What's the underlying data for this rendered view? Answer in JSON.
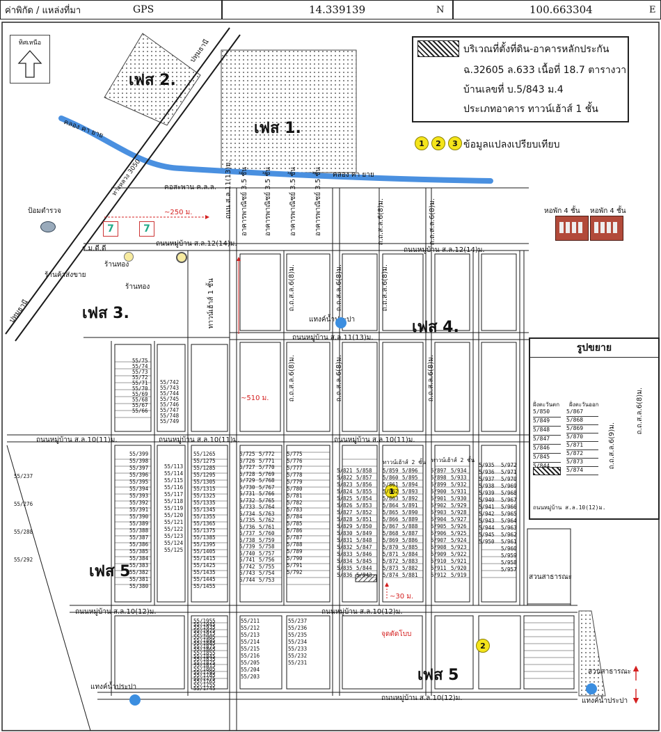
{
  "header": {
    "coord_label": "ค่าพิกัด / แหล่งที่มา",
    "source": "GPS",
    "latitude": "14.339139",
    "lat_dir": "N",
    "longitude": "100.663304",
    "lon_dir": "E"
  },
  "north_label": "ทิศเหนือ",
  "legend": {
    "title": "บริเวณที่ตั้งที่ดิน-อาคารหลักประกัน",
    "deed": "ฉ.32605 ล.633 เนื้อที่ 18.7 ตารางวา",
    "house": "บ้านเลขที่ บ.5/843 ม.4",
    "building_type": "ประเภทอาคาร ทาวน์เฮ้าส์ 1 ชั้น",
    "comparables_label": "ข้อมูลแปลงเปรียบเทียบ",
    "comparables": [
      "1",
      "2",
      "3"
    ]
  },
  "phases": [
    "เฟส 1.",
    "เฟส 2.",
    "เฟส 3.",
    "เฟส 4.",
    "เฟส 5",
    "เฟส 5"
  ],
  "roads": {
    "highway_upper": "ปทุมธานี",
    "highway_route": "ทางหลวง 3050",
    "highway_lower": "ปทุมธานี",
    "canal": "คลอง คา ยาย",
    "canal_2": "คลอง คา ยาย",
    "bridge": "คอสะพาน ค.ล.ล.",
    "main_12": "ถนนหมู่บ้าน ส.ล.12(14)ม.",
    "main_11": "ถนนหมู่บ้าน ส.ล.11(13)ม.",
    "main_10a": "ถนนหมู่บ้าน ส.ล.10(11)ม.",
    "main_10b": "ถนนหมู่บ้าน ส.ล.10(11)ม.",
    "main_10c": "ถนนหมู่บ้าน ส.ล.10(12)ม.",
    "main_10d": "ถนนหมู่บ้าน ส.ล.10(12)ม.",
    "main_10e": "ถนนหมู่บ้าน ส.ล.10(12)ม.",
    "sub": "ถ.ถ.ส.ล.6(8)ม.",
    "sub_11": "ถนน ส.ล.11(13)ม."
  },
  "distances": {
    "d250": "~250 ม.",
    "d510": "~510 ม.",
    "d30": "~30 ม."
  },
  "places": {
    "police": "ป้อมตำรวจ",
    "gold1": "ร้านทอง",
    "gold2": "ร้านทอง",
    "shop": "ร้านค้าส่งขาย",
    "market": "ร.ม.ดี.ดี",
    "dorm": "หอพัก 4 ชั้น",
    "dorm2": "หอพัก 4 ชั้น",
    "water1": "แทงค์น้ำประปา",
    "water2": "แทงค์น้ำประปา",
    "water3": "แทงค์น้ำประปา",
    "public_area": "สวนสาธารณะ",
    "public_area2": "สวนสาธารณะ",
    "townhouse": "ทาวน์เฮ้าส์ 1 ชั้น",
    "commercial": "อาคารพาณิชย์ 3.5 ชั้น",
    "junction": "จุดตัดโบบ",
    "townhouse_2f_a": "ทาวน์เฮ้าส์ 2 ชั้น",
    "townhouse_2f_b": "ทาวน์เฮ้าส์ 2 ชั้น"
  },
  "inset": {
    "title": "รูปขยาย",
    "left_header": "ฝั่งตะวันตก",
    "right_header": "ฝั่งตะวันออก",
    "left_lots": [
      "5/850",
      "5/849",
      "5/848",
      "5/847",
      "5/846",
      "5/845",
      "5/844"
    ],
    "right_lots": [
      "5/867",
      "5/868",
      "5/869",
      "5/870",
      "5/871",
      "5/872",
      "5/873",
      "5/874"
    ],
    "road_bottom": "ถนนหมู่บ้าน ส.ล.10(12)ม.",
    "road_right": "ถ.ถ.ส.ล.6(8)ม.",
    "road_left": "ถ.ถ.ส.ล.6(9)ม."
  },
  "lot_columns": {
    "c1": [
      "5/859",
      "5/860",
      "5/861",
      "5/862",
      "5/863",
      "5/864",
      "5/865",
      "5/866",
      "5/867",
      "5/868",
      "5/869",
      "5/870",
      "5/871",
      "5/872",
      "5/873",
      "5/874"
    ],
    "c2": [
      "5/896",
      "5/895",
      "5/894",
      "5/893",
      "5/892",
      "5/891",
      "5/890",
      "5/889",
      "5/888",
      "5/887",
      "5/886",
      "5/885",
      "5/884",
      "5/883",
      "5/882",
      "5/881"
    ],
    "c3": [
      "5/897",
      "5/898",
      "5/899",
      "5/900",
      "5/901",
      "5/902",
      "5/903",
      "5/904",
      "5/905",
      "5/906",
      "5/907",
      "5/908",
      "5/909",
      "5/910",
      "5/911",
      "5/912"
    ],
    "c4": [
      "5/934",
      "5/933",
      "5/932",
      "5/931",
      "5/930",
      "5/929",
      "5/928",
      "5/927",
      "5/926",
      "5/925",
      "5/924",
      "5/923",
      "5/922",
      "5/921",
      "5/920",
      "5/919"
    ],
    "c5": [
      "5/935",
      "5/936",
      "5/937",
      "5/938",
      "5/939",
      "5/940",
      "5/941",
      "5/942",
      "5/943",
      "5/944",
      "5/945",
      "5/950"
    ],
    "c6": [
      "5/972",
      "5/971",
      "5/970",
      "5/969",
      "5/968",
      "5/967",
      "5/966",
      "5/965",
      "5/964",
      "5/963",
      "5/962",
      "5/961",
      "5/960",
      "5/959",
      "5/958",
      "5/957"
    ],
    "c7": [
      "5/821",
      "5/822",
      "5/823",
      "5/824",
      "5/825",
      "5/826",
      "5/827",
      "5/828",
      "5/829",
      "5/830",
      "5/831",
      "5/832",
      "5/833",
      "5/834",
      "5/835",
      "5/836"
    ],
    "c8": [
      "5/858",
      "5/857",
      "5/856",
      "5/855",
      "5/854",
      "5/853",
      "5/852",
      "5/851",
      "5/850",
      "5/849",
      "5/848",
      "5/847",
      "5/846",
      "5/845",
      "5/844",
      "5/843"
    ],
    "c9": [
      "5/725",
      "5/726",
      "5/727",
      "5/728",
      "5/729",
      "5/730",
      "5/731",
      "5/732",
      "5/733",
      "5/734",
      "5/735",
      "5/736",
      "5/737",
      "5/738",
      "5/739",
      "5/740",
      "5/741",
      "5/742",
      "5/743",
      "5/744"
    ],
    "c10": [
      "5/772",
      "5/771",
      "5/770",
      "5/769",
      "5/768",
      "5/767",
      "5/766",
      "5/765",
      "5/764",
      "5/763",
      "5/762",
      "5/761",
      "5/760",
      "5/759",
      "5/758",
      "5/757",
      "5/756",
      "5/755",
      "5/754",
      "5/753"
    ],
    "c11": [
      "5/775",
      "5/776",
      "5/777",
      "5/778",
      "5/779",
      "5/780",
      "5/781",
      "5/782",
      "5/783",
      "5/784",
      "5/785",
      "5/786",
      "5/787",
      "5/788",
      "5/789",
      "5/790",
      "5/791",
      "5/792"
    ],
    "c12": [
      "55/399",
      "55/398",
      "55/397",
      "55/396",
      "55/395",
      "55/394",
      "55/393",
      "55/392",
      "55/391",
      "55/390",
      "55/389",
      "55/388",
      "55/387",
      "55/386",
      "55/385",
      "55/384",
      "55/383",
      "55/382",
      "55/381",
      "55/380"
    ],
    "c13": [
      "55/113",
      "55/114",
      "55/115",
      "55/116",
      "55/117",
      "55/118",
      "55/119",
      "55/120",
      "55/121",
      "55/122",
      "55/123",
      "55/124",
      "55/125"
    ],
    "c14": [
      "55/1265",
      "55/1275",
      "55/1285",
      "55/1295",
      "55/1305",
      "55/1315",
      "55/1325",
      "55/1335",
      "55/1345",
      "55/1355",
      "55/1365",
      "55/1375",
      "55/1385",
      "55/1395",
      "55/1405",
      "55/1415",
      "55/1425",
      "55/1435",
      "55/1445",
      "55/1455"
    ],
    "c15": [
      "55/237",
      "55/276",
      "55/288",
      "55/292"
    ],
    "c16": [
      "55/211",
      "55/212",
      "55/213",
      "55/214",
      "55/215",
      "55/216",
      "55/205",
      "55/204",
      "55/203"
    ],
    "c17": [
      "55/237",
      "55/236",
      "55/235",
      "55/234",
      "55/233",
      "55/232",
      "55/231"
    ],
    "c18": [
      "55/1955",
      "55/1945",
      "55/1935",
      "55/1925",
      "55/1915",
      "55/1905",
      "55/1895",
      "55/1885",
      "55/1875",
      "55/1865",
      "55/1855",
      "55/1845",
      "55/1835",
      "55/1825",
      "55/1815",
      "55/1805",
      "55/1795",
      "55/1785",
      "55/1775",
      "55/1765",
      "55/1755",
      "55/1745"
    ],
    "c19": [
      "55/75",
      "55/74",
      "55/73",
      "55/72",
      "55/71",
      "55/70",
      "55/69",
      "55/68",
      "55/67",
      "55/66"
    ],
    "c20": [
      "55/742",
      "55/743",
      "55/744",
      "55/745",
      "55/746",
      "55/747",
      "55/748",
      "55/749"
    ]
  },
  "colors": {
    "canal": "#4a90e0",
    "road_line": "#1a1a1a",
    "highlight_lot": "#e0e0e0",
    "comparable": "#f4e41a",
    "water_tank": "#3b8ee0",
    "distance_arrow": "#d42020"
  },
  "icons": [
    "north-arrow-icon",
    "seven-eleven-icon",
    "police-icon",
    "dorm-building-icon",
    "water-tank-icon",
    "gold-shop-icon"
  ]
}
